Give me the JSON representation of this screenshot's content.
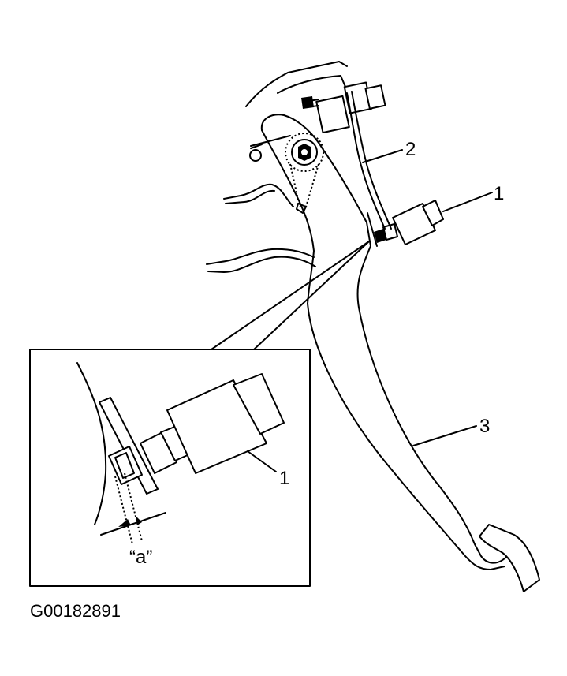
{
  "callouts": {
    "one": "1",
    "two": "2",
    "three": "3",
    "inset_one": "1",
    "gap": "“a”"
  },
  "figure_code": "G00182891"
}
